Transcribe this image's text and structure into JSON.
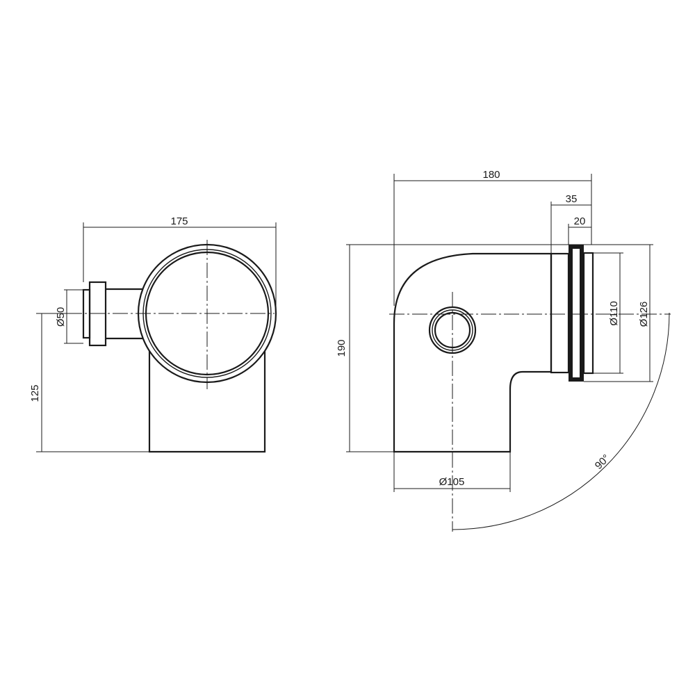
{
  "drawing": {
    "left_view": {
      "width_label": "175",
      "inlet_diameter_label": "Ø50",
      "inlet_height_label": "125"
    },
    "right_view": {
      "overall_width_label": "180",
      "socket_length_label": "35",
      "gasket_length_label": "20",
      "height_label": "190",
      "pipe_diameter_label": "Ø110",
      "socket_diameter_label": "Ø126",
      "outlet_diameter_label": "Ø105",
      "angle_label": "90°"
    }
  },
  "colors": {
    "line": "#1a1a1a",
    "background": "#ffffff"
  }
}
